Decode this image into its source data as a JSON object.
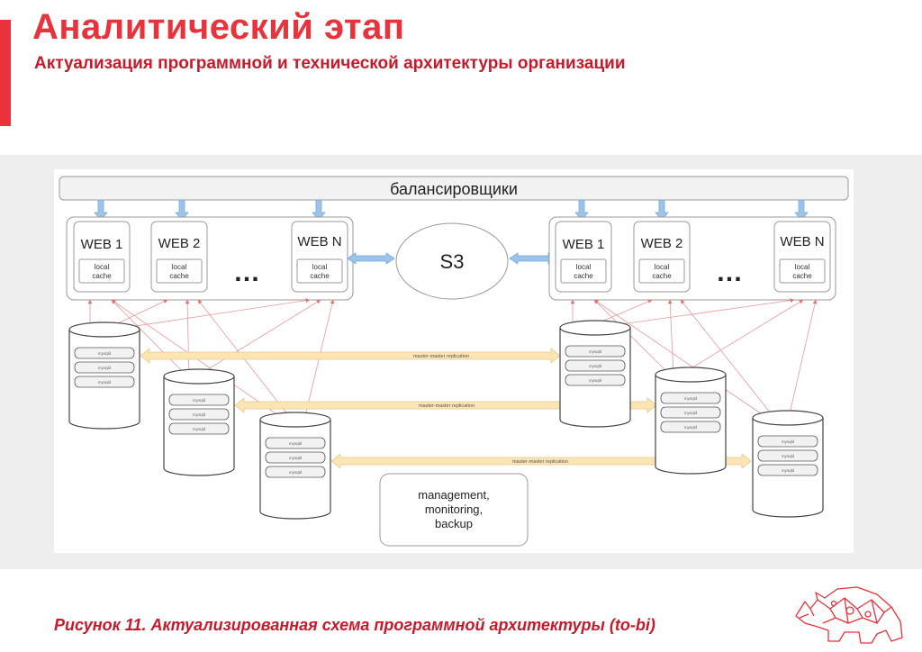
{
  "header": {
    "title": "Аналитический этап",
    "subtitle": "Актуализация программной и технической архитектуры организации"
  },
  "diagram": {
    "balancer_label": "балансировщики",
    "storage_label": "S3",
    "ellipsis": "…",
    "cache_label_line1": "local",
    "cache_label_line2": "cache",
    "left_cluster": {
      "web_servers": [
        "WEB 1",
        "WEB 2",
        "WEB N"
      ]
    },
    "right_cluster": {
      "web_servers": [
        "WEB 1",
        "WEB 2",
        "WEB N"
      ]
    },
    "db_slot_label": "mysqld",
    "replication_label": "master-master replication",
    "management_lines": [
      "management,",
      "monitoring,",
      "backup"
    ]
  },
  "caption": "Рисунок 11. Актуализированная схема программной архитектуры (to-bi)",
  "colors": {
    "accent": "#e8323c",
    "caption": "#c8192b",
    "arrow_blue": "#9cc3ea",
    "replication_fill": "#fbe5b4",
    "connection_line": "#e69a9a"
  }
}
